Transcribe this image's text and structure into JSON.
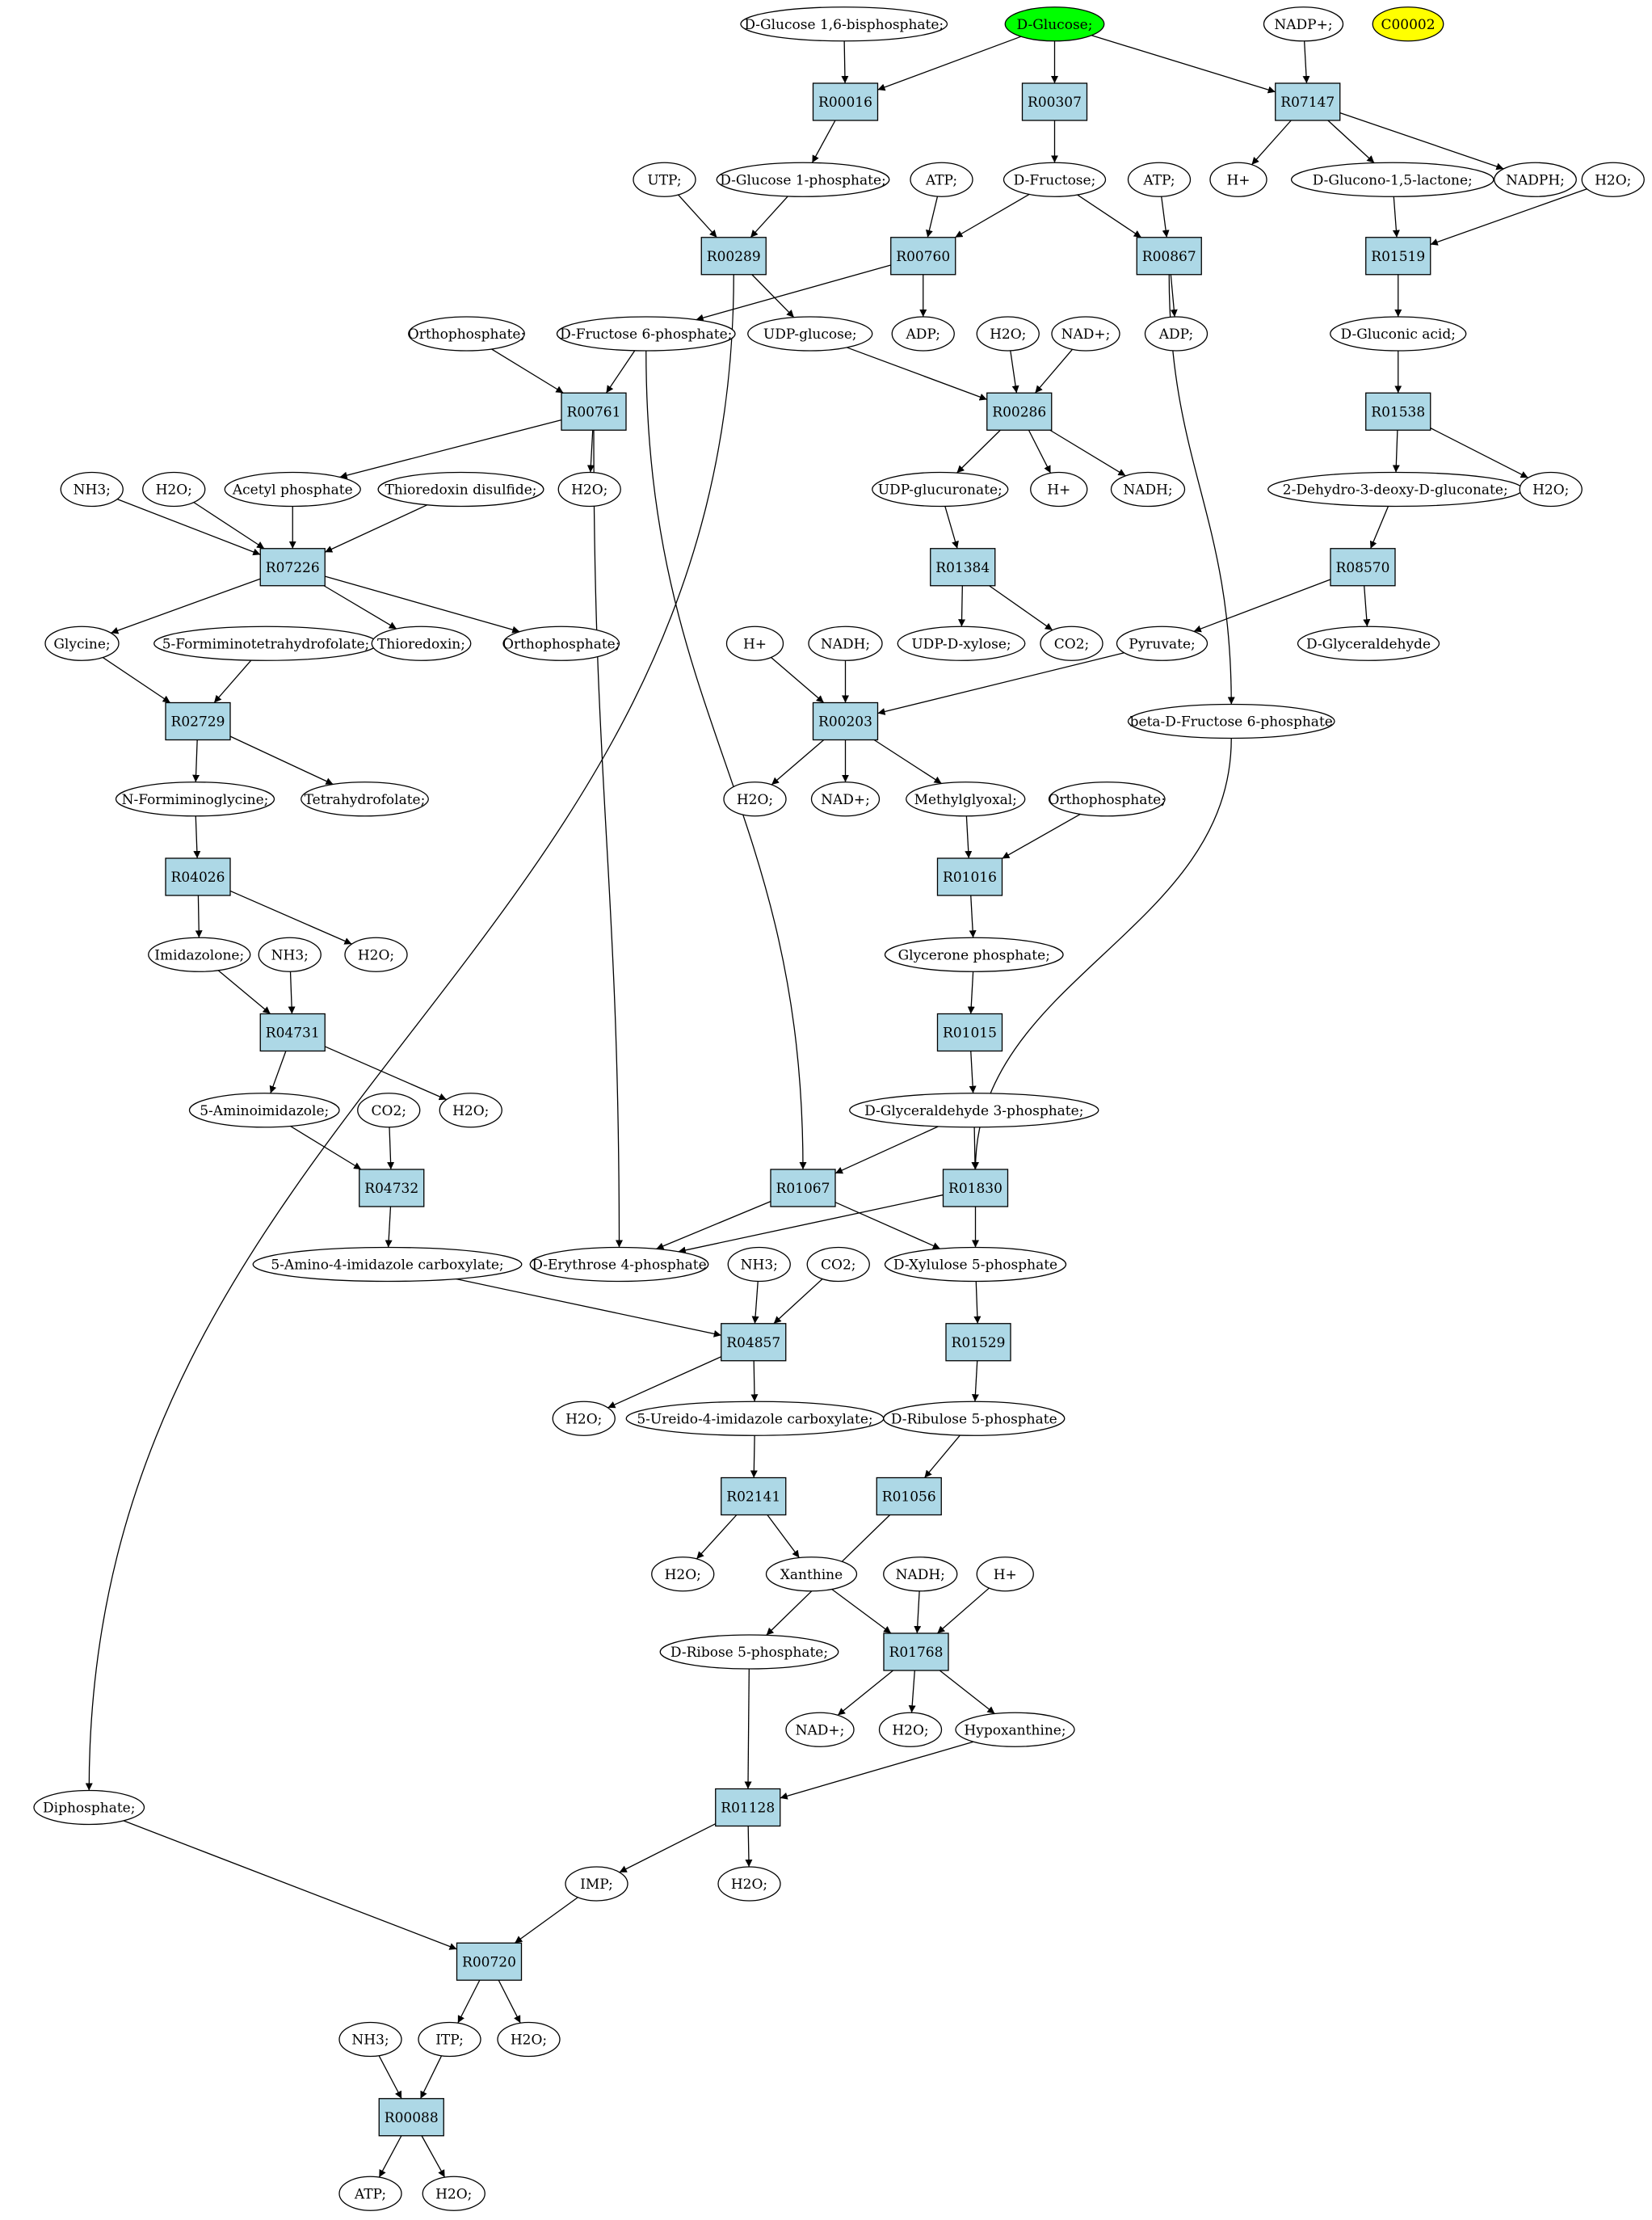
{
  "colors": {
    "reaction_fill": "#add8e6",
    "start_fill": "#00ff00",
    "highlight_fill": "#ffff00",
    "compound_fill": "#ffffff",
    "stroke": "#000000"
  },
  "reactions": [
    {
      "id": "R00016",
      "label": "R00016"
    },
    {
      "id": "R00307",
      "label": "R00307"
    },
    {
      "id": "R07147",
      "label": "R07147"
    },
    {
      "id": "R00289",
      "label": "R00289"
    },
    {
      "id": "R00760",
      "label": "R00760"
    },
    {
      "id": "R00867",
      "label": "R00867"
    },
    {
      "id": "R01519",
      "label": "R01519"
    },
    {
      "id": "R00761",
      "label": "R00761"
    },
    {
      "id": "R00286",
      "label": "R00286"
    },
    {
      "id": "R01538",
      "label": "R01538"
    },
    {
      "id": "R07226",
      "label": "R07226"
    },
    {
      "id": "R01384",
      "label": "R01384"
    },
    {
      "id": "R08570",
      "label": "R08570"
    },
    {
      "id": "R02729",
      "label": "R02729"
    },
    {
      "id": "R00203",
      "label": "R00203"
    },
    {
      "id": "R04026",
      "label": "R04026"
    },
    {
      "id": "R01016",
      "label": "R01016"
    },
    {
      "id": "R04731",
      "label": "R04731"
    },
    {
      "id": "R01015",
      "label": "R01015"
    },
    {
      "id": "R04732",
      "label": "R04732"
    },
    {
      "id": "R01067",
      "label": "R01067"
    },
    {
      "id": "R01830",
      "label": "R01830"
    },
    {
      "id": "R04857",
      "label": "R04857"
    },
    {
      "id": "R01529",
      "label": "R01529"
    },
    {
      "id": "R02141",
      "label": "R02141"
    },
    {
      "id": "R01056",
      "label": "R01056"
    },
    {
      "id": "R01768",
      "label": "R01768"
    },
    {
      "id": "R01128",
      "label": "R01128"
    },
    {
      "id": "R00720",
      "label": "R00720"
    },
    {
      "id": "R00088",
      "label": "R00088"
    }
  ],
  "compounds": [
    {
      "id": "c_g16bp",
      "label": "D-Glucose 1,6-bisphosphate;"
    },
    {
      "id": "c_glucose",
      "label": "D-Glucose;",
      "style": "start"
    },
    {
      "id": "c_nadp",
      "label": "NADP+;"
    },
    {
      "id": "c_c00002",
      "label": "C00002",
      "style": "highlight"
    },
    {
      "id": "c_hplus1",
      "label": "H+"
    },
    {
      "id": "c_glucono",
      "label": "D-Glucono-1,5-lactone;"
    },
    {
      "id": "c_nadph",
      "label": "NADPH;"
    },
    {
      "id": "c_h2o_a",
      "label": "H2O;"
    },
    {
      "id": "c_utp",
      "label": "UTP;"
    },
    {
      "id": "c_g1p",
      "label": "D-Glucose 1-phosphate;"
    },
    {
      "id": "c_atp1",
      "label": "ATP;"
    },
    {
      "id": "c_fructose",
      "label": "D-Fructose;"
    },
    {
      "id": "c_atp2",
      "label": "ATP;"
    },
    {
      "id": "c_orthop1",
      "label": "Orthophosphate;"
    },
    {
      "id": "c_f6p",
      "label": "D-Fructose 6-phosphate;"
    },
    {
      "id": "c_udpglc",
      "label": "UDP-glucose;"
    },
    {
      "id": "c_adp1",
      "label": "ADP;"
    },
    {
      "id": "c_h2o_b",
      "label": "H2O;"
    },
    {
      "id": "c_nad1",
      "label": "NAD+;"
    },
    {
      "id": "c_adp2",
      "label": "ADP;"
    },
    {
      "id": "c_gluconic",
      "label": "D-Gluconic acid;"
    },
    {
      "id": "c_nh3a",
      "label": "NH3;"
    },
    {
      "id": "c_h2o_c",
      "label": "H2O;"
    },
    {
      "id": "c_acetylp",
      "label": "Acetyl phosphate"
    },
    {
      "id": "c_thiodis",
      "label": "Thioredoxin disulfide;"
    },
    {
      "id": "c_h2o_d",
      "label": "H2O;"
    },
    {
      "id": "c_udpglcA",
      "label": "UDP-glucuronate;"
    },
    {
      "id": "c_hplus2",
      "label": "H+"
    },
    {
      "id": "c_nadh1",
      "label": "NADH;"
    },
    {
      "id": "c_kdg",
      "label": "2-Dehydro-3-deoxy-D-gluconate;"
    },
    {
      "id": "c_h2o_e",
      "label": "H2O;"
    },
    {
      "id": "c_glycine",
      "label": "Glycine;"
    },
    {
      "id": "c_5fthf",
      "label": "5-Formiminotetrahydrofolate;"
    },
    {
      "id": "c_thioredoxin",
      "label": "Thioredoxin;"
    },
    {
      "id": "c_orthop2",
      "label": "Orthophosphate;"
    },
    {
      "id": "c_hplus3",
      "label": "H+"
    },
    {
      "id": "c_nadh2",
      "label": "NADH;"
    },
    {
      "id": "c_udpxyl",
      "label": "UDP-D-xylose;"
    },
    {
      "id": "c_co2a",
      "label": "CO2;"
    },
    {
      "id": "c_pyruvate",
      "label": "Pyruvate;"
    },
    {
      "id": "c_glyald",
      "label": "D-Glyceraldehyde"
    },
    {
      "id": "c_bf6p",
      "label": "beta-D-Fructose 6-phosphate"
    },
    {
      "id": "c_nfg",
      "label": "N-Formiminoglycine;"
    },
    {
      "id": "c_thf",
      "label": "Tetrahydrofolate;"
    },
    {
      "id": "c_h2o_f",
      "label": "H2O;"
    },
    {
      "id": "c_nad2",
      "label": "NAD+;"
    },
    {
      "id": "c_mgo",
      "label": "Methylglyoxal;"
    },
    {
      "id": "c_orthop3",
      "label": "Orthophosphate;"
    },
    {
      "id": "c_imidazolone",
      "label": "Imidazolone;"
    },
    {
      "id": "c_nh3b",
      "label": "NH3;"
    },
    {
      "id": "c_h2o_g",
      "label": "H2O;"
    },
    {
      "id": "c_dhap",
      "label": "Glycerone phosphate;"
    },
    {
      "id": "c_5ai",
      "label": "5-Aminoimidazole;"
    },
    {
      "id": "c_co2b",
      "label": "CO2;"
    },
    {
      "id": "c_h2o_h",
      "label": "H2O;"
    },
    {
      "id": "c_g3p",
      "label": "D-Glyceraldehyde 3-phosphate;"
    },
    {
      "id": "c_aicx",
      "label": "5-Amino-4-imidazole carboxylate;"
    },
    {
      "id": "c_e4p",
      "label": "D-Erythrose 4-phosphate"
    },
    {
      "id": "c_nh3c",
      "label": "NH3;"
    },
    {
      "id": "c_co2c",
      "label": "CO2;"
    },
    {
      "id": "c_x5p",
      "label": "D-Xylulose 5-phosphate"
    },
    {
      "id": "c_h2o_i",
      "label": "H2O;"
    },
    {
      "id": "c_ureido",
      "label": "5-Ureido-4-imidazole carboxylate;"
    },
    {
      "id": "c_ru5p",
      "label": "D-Ribulose 5-phosphate"
    },
    {
      "id": "c_h2o_j",
      "label": "H2O;"
    },
    {
      "id": "c_xanthine",
      "label": "Xanthine"
    },
    {
      "id": "c_nadh3",
      "label": "NADH;"
    },
    {
      "id": "c_hplus4",
      "label": "H+"
    },
    {
      "id": "c_r5p",
      "label": "D-Ribose 5-phosphate;"
    },
    {
      "id": "c_nad3",
      "label": "NAD+;"
    },
    {
      "id": "c_h2o_k",
      "label": "H2O;"
    },
    {
      "id": "c_hypox",
      "label": "Hypoxanthine;"
    },
    {
      "id": "c_diphos",
      "label": "Diphosphate;"
    },
    {
      "id": "c_imp",
      "label": "IMP;"
    },
    {
      "id": "c_h2o_l",
      "label": "H2O;"
    },
    {
      "id": "c_nh3d",
      "label": "NH3;"
    },
    {
      "id": "c_itp",
      "label": "ITP;"
    },
    {
      "id": "c_h2o_m",
      "label": "H2O;"
    },
    {
      "id": "c_atp3",
      "label": "ATP;"
    },
    {
      "id": "c_h2o_n",
      "label": "H2O;"
    }
  ],
  "edges": [
    [
      "c_glucose",
      "R00016"
    ],
    [
      "c_glucose",
      "R00307"
    ],
    [
      "c_glucose",
      "R07147"
    ],
    [
      "c_g16bp",
      "R00016"
    ],
    [
      "c_nadp",
      "R07147"
    ],
    [
      "R00016",
      "c_g1p"
    ],
    [
      "R00307",
      "c_fructose"
    ],
    [
      "R07147",
      "c_hplus1"
    ],
    [
      "R07147",
      "c_glucono"
    ],
    [
      "R07147",
      "c_nadph"
    ],
    [
      "c_utp",
      "R00289"
    ],
    [
      "c_g1p",
      "R00289"
    ],
    [
      "c_atp1",
      "R00760"
    ],
    [
      "c_fructose",
      "R00760"
    ],
    [
      "c_fructose",
      "R00867"
    ],
    [
      "c_atp2",
      "R00867"
    ],
    [
      "c_glucono",
      "R01519"
    ],
    [
      "c_h2o_a",
      "R01519"
    ],
    [
      "R00289",
      "c_udpglc"
    ],
    [
      "R00289",
      "c_diphos"
    ],
    [
      "R00760",
      "c_f6p"
    ],
    [
      "R00760",
      "c_adp1"
    ],
    [
      "R00867",
      "c_adp2"
    ],
    [
      "R00867",
      "c_bf6p"
    ],
    [
      "R01519",
      "c_gluconic"
    ],
    [
      "c_orthop1",
      "R00761"
    ],
    [
      "c_f6p",
      "R00761"
    ],
    [
      "c_f6p",
      "R01067"
    ],
    [
      "c_udpglc",
      "R00286"
    ],
    [
      "c_h2o_b",
      "R00286"
    ],
    [
      "c_nad1",
      "R00286"
    ],
    [
      "c_gluconic",
      "R01538"
    ],
    [
      "R00761",
      "c_acetylp"
    ],
    [
      "R00761",
      "c_h2o_d"
    ],
    [
      "R00761",
      "c_e4p"
    ],
    [
      "R00286",
      "c_udpglcA"
    ],
    [
      "R00286",
      "c_hplus2"
    ],
    [
      "R00286",
      "c_nadh1"
    ],
    [
      "R01538",
      "c_kdg"
    ],
    [
      "R01538",
      "c_h2o_e"
    ],
    [
      "c_nh3a",
      "R07226"
    ],
    [
      "c_h2o_c",
      "R07226"
    ],
    [
      "c_acetylp",
      "R07226"
    ],
    [
      "c_thiodis",
      "R07226"
    ],
    [
      "c_udpglcA",
      "R01384"
    ],
    [
      "c_kdg",
      "R08570"
    ],
    [
      "R07226",
      "c_glycine"
    ],
    [
      "R07226",
      "c_thioredoxin"
    ],
    [
      "R07226",
      "c_orthop2"
    ],
    [
      "R01384",
      "c_udpxyl"
    ],
    [
      "R01384",
      "c_co2a"
    ],
    [
      "R08570",
      "c_pyruvate"
    ],
    [
      "R08570",
      "c_glyald"
    ],
    [
      "c_glycine",
      "R02729"
    ],
    [
      "c_5fthf",
      "R02729"
    ],
    [
      "c_hplus3",
      "R00203"
    ],
    [
      "c_nadh2",
      "R00203"
    ],
    [
      "c_pyruvate",
      "R00203"
    ],
    [
      "R02729",
      "c_nfg"
    ],
    [
      "R02729",
      "c_thf"
    ],
    [
      "R00203",
      "c_h2o_f"
    ],
    [
      "R00203",
      "c_nad2"
    ],
    [
      "R00203",
      "c_mgo"
    ],
    [
      "c_nfg",
      "R04026"
    ],
    [
      "c_mgo",
      "R01016"
    ],
    [
      "c_orthop3",
      "R01016"
    ],
    [
      "R04026",
      "c_imidazolone"
    ],
    [
      "R04026",
      "c_h2o_g"
    ],
    [
      "R01016",
      "c_dhap"
    ],
    [
      "c_imidazolone",
      "R04731"
    ],
    [
      "c_nh3b",
      "R04731"
    ],
    [
      "c_dhap",
      "R01015"
    ],
    [
      "R04731",
      "c_5ai"
    ],
    [
      "R04731",
      "c_h2o_h"
    ],
    [
      "R01015",
      "c_g3p"
    ],
    [
      "c_5ai",
      "R04732"
    ],
    [
      "c_co2b",
      "R04732"
    ],
    [
      "c_g3p",
      "R01067"
    ],
    [
      "c_g3p",
      "R01830"
    ],
    [
      "c_bf6p",
      "R01830"
    ],
    [
      "R04732",
      "c_aicx"
    ],
    [
      "R01067",
      "c_e4p"
    ],
    [
      "R01067",
      "c_x5p"
    ],
    [
      "R01830",
      "c_e4p"
    ],
    [
      "R01830",
      "c_x5p"
    ],
    [
      "c_aicx",
      "R04857"
    ],
    [
      "c_nh3c",
      "R04857"
    ],
    [
      "c_co2c",
      "R04857"
    ],
    [
      "c_x5p",
      "R01529"
    ],
    [
      "R04857",
      "c_h2o_i"
    ],
    [
      "R04857",
      "c_ureido"
    ],
    [
      "R01529",
      "c_ru5p"
    ],
    [
      "c_ureido",
      "R02141"
    ],
    [
      "c_ru5p",
      "R01056"
    ],
    [
      "R02141",
      "c_h2o_j"
    ],
    [
      "R02141",
      "c_xanthine"
    ],
    [
      "R01056",
      "c_r5p"
    ],
    [
      "c_xanthine",
      "R01768"
    ],
    [
      "c_nadh3",
      "R01768"
    ],
    [
      "c_hplus4",
      "R01768"
    ],
    [
      "R01768",
      "c_nad3"
    ],
    [
      "R01768",
      "c_h2o_k"
    ],
    [
      "R01768",
      "c_hypox"
    ],
    [
      "c_r5p",
      "R01128"
    ],
    [
      "c_hypox",
      "R01128"
    ],
    [
      "R01128",
      "c_imp"
    ],
    [
      "R01128",
      "c_h2o_l"
    ],
    [
      "c_diphos",
      "R00720"
    ],
    [
      "c_imp",
      "R00720"
    ],
    [
      "R00720",
      "c_itp"
    ],
    [
      "R00720",
      "c_h2o_m"
    ],
    [
      "c_nh3d",
      "R00088"
    ],
    [
      "c_itp",
      "R00088"
    ],
    [
      "R00088",
      "c_atp3"
    ],
    [
      "R00088",
      "c_h2o_n"
    ]
  ]
}
